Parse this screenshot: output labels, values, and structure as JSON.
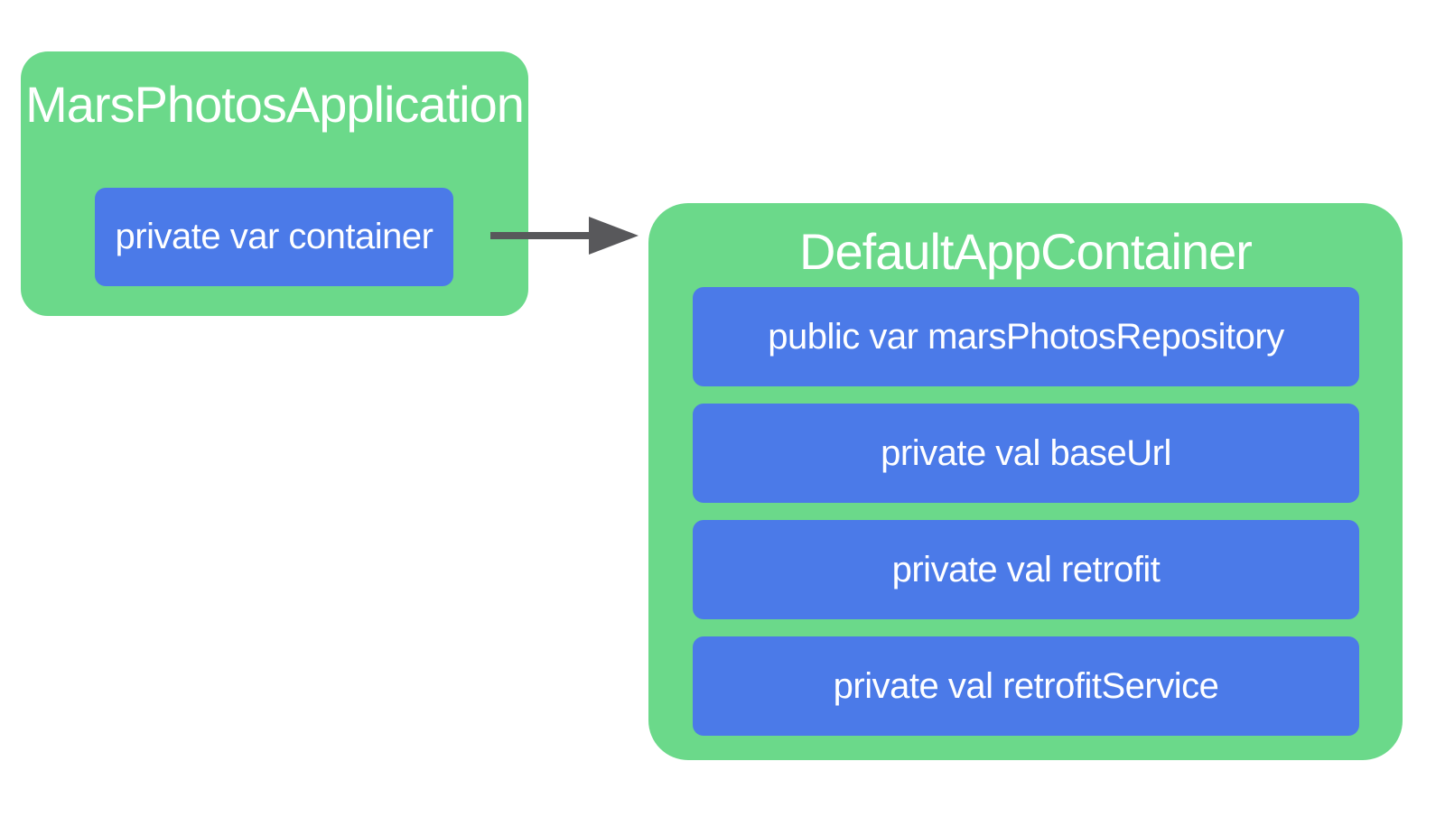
{
  "colors": {
    "class-box": "#6bd98a",
    "member-box": "#4b7ae8",
    "arrow": "#58585b",
    "text": "#ffffff",
    "background": "#ffffff"
  },
  "diagram": {
    "type": "class-dependency-diagram",
    "nodes": [
      {
        "id": "mars-photos-application",
        "title": "MarsPhotosApplication",
        "members": [
          {
            "label": "private var container"
          }
        ]
      },
      {
        "id": "default-app-container",
        "title": "DefaultAppContainer",
        "members": [
          {
            "label": "public var marsPhotosRepository"
          },
          {
            "label": "private val baseUrl"
          },
          {
            "label": "private val retrofit"
          },
          {
            "label": "private val retrofitService"
          }
        ]
      }
    ],
    "edges": [
      {
        "from": "mars-photos-application/private var container",
        "to": "default-app-container",
        "style": "solid-arrow"
      }
    ]
  }
}
